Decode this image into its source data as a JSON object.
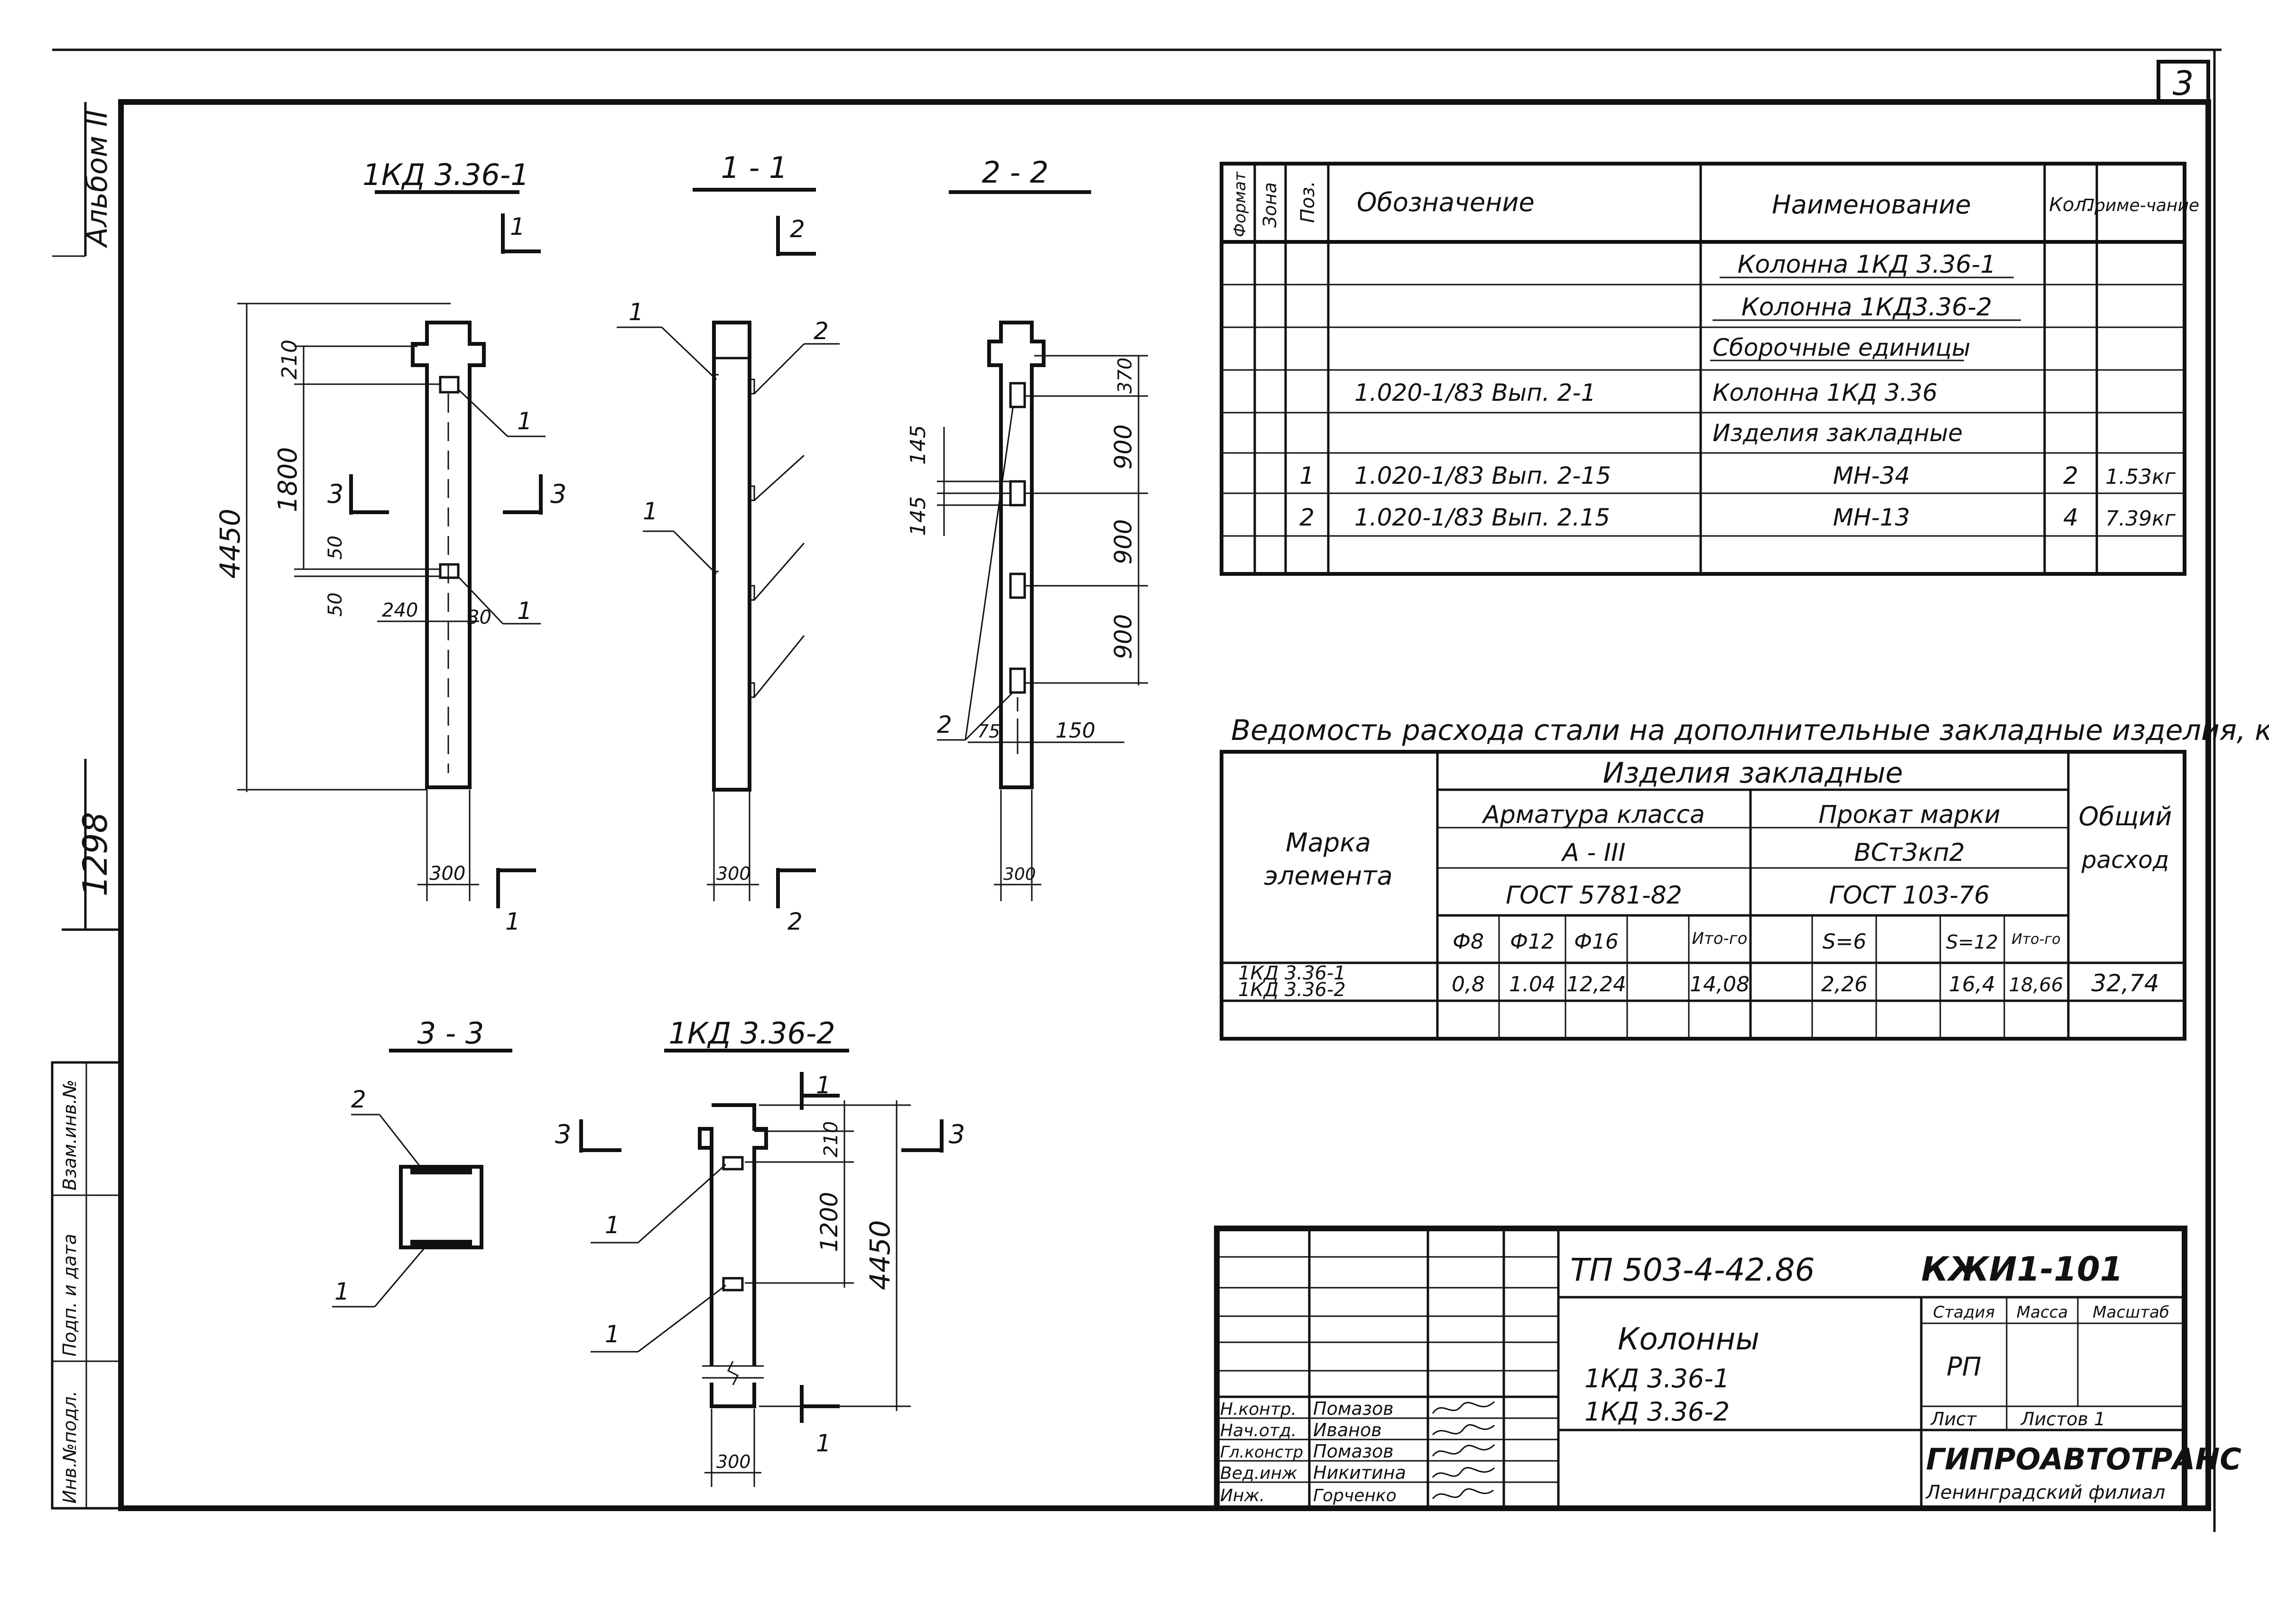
{
  "sheet": {
    "number": "3",
    "album": "Альбом II",
    "code": "1298",
    "side_labels": [
      "Взам.инв.№",
      "Подп. и дата",
      "Инв.№подл."
    ]
  },
  "views": {
    "v1": {
      "title": "1КД 3.36-1",
      "dims": [
        "210",
        "1800",
        "4450",
        "50",
        "50",
        "240",
        "30",
        "300"
      ],
      "cuts": [
        "1",
        "1",
        "3",
        "3"
      ],
      "callouts": [
        "1",
        "1"
      ]
    },
    "v2": {
      "title": "1 - 1",
      "cuts": [
        "2",
        "2"
      ],
      "callouts": [
        "1",
        "2",
        "1"
      ],
      "dims": [
        "300"
      ]
    },
    "v3": {
      "title": "2 - 2",
      "dims": [
        "370",
        "900",
        "900",
        "900",
        "145",
        "145",
        "75",
        "150",
        "300"
      ],
      "callouts": [
        "2"
      ]
    },
    "v4": {
      "title": "3 - 3",
      "callouts": [
        "2",
        "1"
      ]
    },
    "v5": {
      "title": "1КД 3.36-2",
      "dims": [
        "210",
        "1200",
        "4450",
        "300"
      ],
      "cuts": [
        "1",
        "1",
        "3",
        "3"
      ],
      "callouts": [
        "1",
        "1"
      ]
    }
  },
  "spec": {
    "headers": [
      "Формат",
      "Зона",
      "Поз.",
      "Обозначение",
      "Наименование",
      "Кол.",
      "Приме-чание"
    ],
    "rows": [
      [
        "",
        "",
        "",
        "",
        "Колонна 1КД 3.36-1",
        "",
        ""
      ],
      [
        "",
        "",
        "",
        "",
        "Колонна 1КД3.36-2",
        "",
        ""
      ],
      [
        "",
        "",
        "",
        "",
        "Сборочные единицы",
        "",
        ""
      ],
      [
        "",
        "",
        "",
        "1.020-1/83 Вып. 2-1",
        "Колонна 1КД 3.36",
        "",
        ""
      ],
      [
        "",
        "",
        "",
        "",
        "Изделия закладные",
        "",
        ""
      ],
      [
        "",
        "",
        "1",
        "1.020-1/83 Вып. 2-15",
        "МН-34",
        "2",
        "1.53кг"
      ],
      [
        "",
        "",
        "2",
        "1.020-1/83 Вып. 2.15",
        "МН-13",
        "4",
        "7.39кг"
      ],
      [
        "",
        "",
        "",
        "",
        "",
        "",
        ""
      ]
    ]
  },
  "steel": {
    "title": "Ведомость расхода стали на дополнительные закладные изделия, кг",
    "group": "Изделия закладные",
    "mark_label": "Марка элемента",
    "rebar_label": "Арматура класса",
    "rebar_class": "А - III",
    "rebar_gost": "ГОСТ 5781-82",
    "prokat_label": "Прокат марки",
    "prokat_grade": "ВСт3кп2",
    "prokat_gost": "ГОСТ 103-76",
    "total_label": "Общий расход",
    "subheaders": [
      "Ф8",
      "Ф12",
      "Ф16",
      "",
      "Ито-го",
      "",
      "S=6",
      "",
      "S=12",
      "Ито-го"
    ],
    "marks": [
      "1КД 3.36-1",
      "1КД 3.36-2"
    ],
    "values": [
      "0,8",
      "1.04",
      "12,24",
      "",
      "14,08",
      "",
      "2,26",
      "",
      "16,4",
      "18,66",
      "32,74"
    ]
  },
  "title_block": {
    "project": "ТП 503-4-42.86",
    "drawing": "КЖИ1-101",
    "name": "Колонны",
    "items": [
      "1КД 3.36-1",
      "1КД 3.36-2"
    ],
    "stage_header": "Стадия",
    "mass_header": "Масса",
    "scale_header": "Масштаб",
    "stage": "РП",
    "sheet_label": "Лист",
    "sheets_label": "Листов 1",
    "org": "ГИПРОАВТОТРАНС",
    "branch": "Ленинградский филиал",
    "roles": [
      {
        "role": "Н.контр.",
        "name": "Помазов"
      },
      {
        "role": "Нач.отд.",
        "name": "Иванов"
      },
      {
        "role": "Гл.констр",
        "name": "Помазов"
      },
      {
        "role": "Вед.инж",
        "name": "Никитина"
      },
      {
        "role": "Инж.",
        "name": "Горченко"
      }
    ]
  }
}
